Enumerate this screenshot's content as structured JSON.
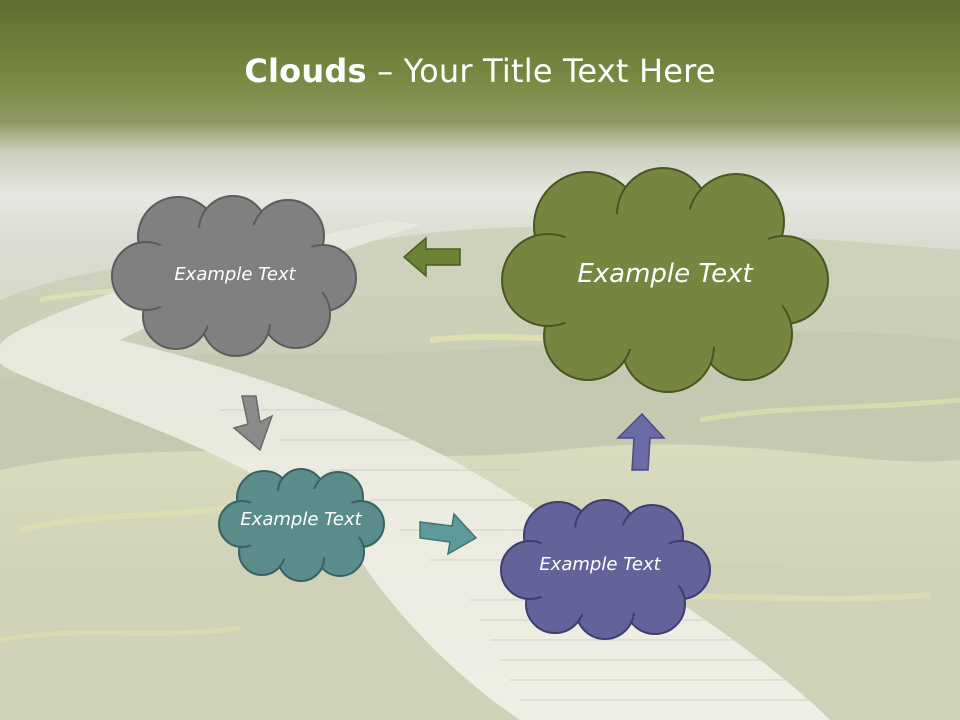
{
  "slide": {
    "title_bold": "Clouds",
    "title_rest": " – Your Title Text Here"
  },
  "clouds": {
    "top_left": {
      "text": "Example Text",
      "color": "#808080"
    },
    "top_right": {
      "text": "Example Text",
      "color": "#76853f"
    },
    "middle_left": {
      "text": "Example Text",
      "color": "#5a8c8c"
    },
    "bottom_right": {
      "text": "Example Text",
      "color": "#636399"
    }
  },
  "arrows": {
    "left_arrow_color": "#6c8236",
    "down_arrow_color": "#8a8a8a",
    "right_arrow_color": "#5e9a9a",
    "up_arrow_color": "#6b6ba8"
  },
  "theme": {
    "header_color": "#6f7f3c",
    "field_color": "#d5d8c0"
  }
}
